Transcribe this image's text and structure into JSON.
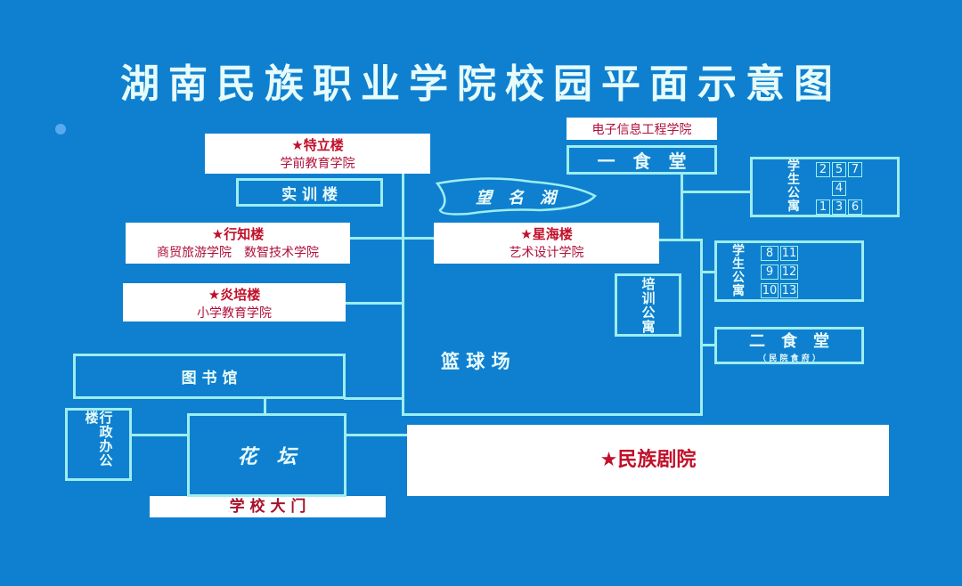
{
  "title": "湖南民族职业学院校园平面示意图",
  "buildings": {
    "teli": {
      "name": "★特立楼",
      "college": "学前教育学院"
    },
    "shixun": "实 训 楼",
    "xingzhi": {
      "name": "★行知楼",
      "college": "商贸旅游学院　数智技术学院"
    },
    "yanpei": {
      "name": "★炎培楼",
      "college": "小学教育学院"
    },
    "library": "图 书 馆",
    "admin": "行政办公楼",
    "garden": "花　坛",
    "gate": "学 校 大 门",
    "theater": "★民族剧院",
    "lake": "望　名　湖",
    "xinghai": {
      "name": "★星海楼",
      "college": "艺术设计学院"
    },
    "basketball": "篮 球 场",
    "training": "培训公寓",
    "electronics": "电子信息工程学院",
    "canteen1": "一　食　堂",
    "canteen2": {
      "name": "二　食　堂",
      "sub": "（ 民 院 食 府 ）"
    },
    "dorm_label": "学生公寓",
    "dorm1": {
      "row1": [
        "2",
        "5",
        "7"
      ],
      "row2": [
        "4"
      ],
      "row3": [
        "1",
        "3",
        "6"
      ]
    },
    "dorm2": {
      "row1": [
        "8",
        "11"
      ],
      "row2": [
        "9",
        "12"
      ],
      "row3": [
        "10",
        "13"
      ]
    }
  }
}
